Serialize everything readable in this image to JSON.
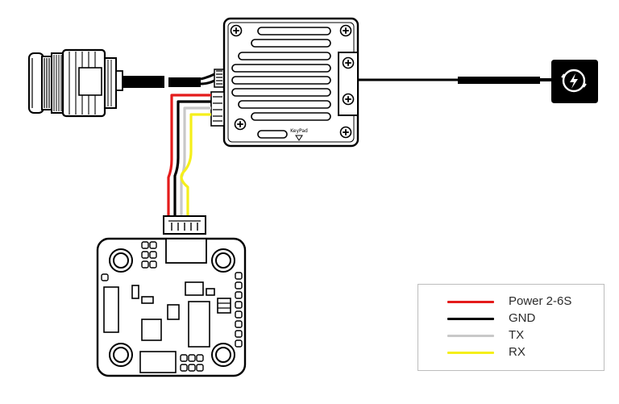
{
  "vtx": {
    "pad_label": "KeyPad"
  },
  "wires": {
    "power": {
      "color": "#e41b1b"
    },
    "gnd": {
      "color": "#000000"
    },
    "tx": {
      "color": "#c8c8c8"
    },
    "rx": {
      "color": "#f5ef1b"
    }
  },
  "legend": {
    "items": [
      {
        "label": "Power 2-6S",
        "color": "#e41b1b"
      },
      {
        "label": "GND",
        "color": "#000000"
      },
      {
        "label": "TX",
        "color": "#c8c8c8"
      },
      {
        "label": "RX",
        "color": "#f5ef1b"
      }
    ]
  },
  "icons": {
    "antenna": "lightning-bolt-icon",
    "camera": "camera-icon",
    "flight_controller": "flight-controller-icon",
    "screw": "screw-icon"
  }
}
